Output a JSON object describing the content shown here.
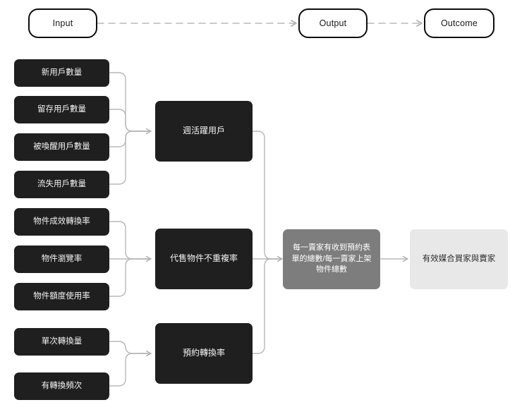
{
  "diagram": {
    "title": "Input / Output / Outcome metric flow",
    "colors": {
      "dark_node": "#1f1f1f",
      "output_node": "#7d7d7d",
      "outcome_node": "#e8e8e8",
      "connector": "#b8b8b8",
      "stage_border": "#0d0d0d",
      "canvas": "#ffffff"
    }
  },
  "stages": [
    {
      "id": "stage-input",
      "label": "Input"
    },
    {
      "id": "stage-output",
      "label": "Output"
    },
    {
      "id": "stage-outcome",
      "label": "Outcome"
    }
  ],
  "inputs": {
    "group_users": [
      {
        "id": "input-new-users",
        "label": "新用戶數量"
      },
      {
        "id": "input-retained-users",
        "label": "留存用戶數量"
      },
      {
        "id": "input-awakened-users",
        "label": "被喚醒用戶數量"
      },
      {
        "id": "input-churned-users",
        "label": "流失用戶數量"
      }
    ],
    "group_items": [
      {
        "id": "input-item-conversion-rate",
        "label": "物件成效轉換率"
      },
      {
        "id": "input-item-view-rate",
        "label": "物件瀏覽率"
      },
      {
        "id": "input-item-quota-usage",
        "label": "物件額度使用率"
      }
    ],
    "group_bookings": [
      {
        "id": "input-single-conversion-volume",
        "label": "單次轉換量"
      },
      {
        "id": "input-conversion-frequency",
        "label": "有轉換頻次"
      }
    ]
  },
  "metrics": [
    {
      "id": "metric-weekly-active-users",
      "label": "週活躍用戶"
    },
    {
      "id": "metric-unique-listing-rate",
      "label": "代售物件不重複率"
    },
    {
      "id": "metric-booking-conversion",
      "label": "預約轉換率"
    }
  ],
  "output": {
    "id": "output-formula",
    "label": "每一賣家有收到預約表單的總數/每一賣家上架物件總數"
  },
  "outcome": {
    "id": "outcome-result",
    "label": "有效媒合買家與賣家"
  }
}
